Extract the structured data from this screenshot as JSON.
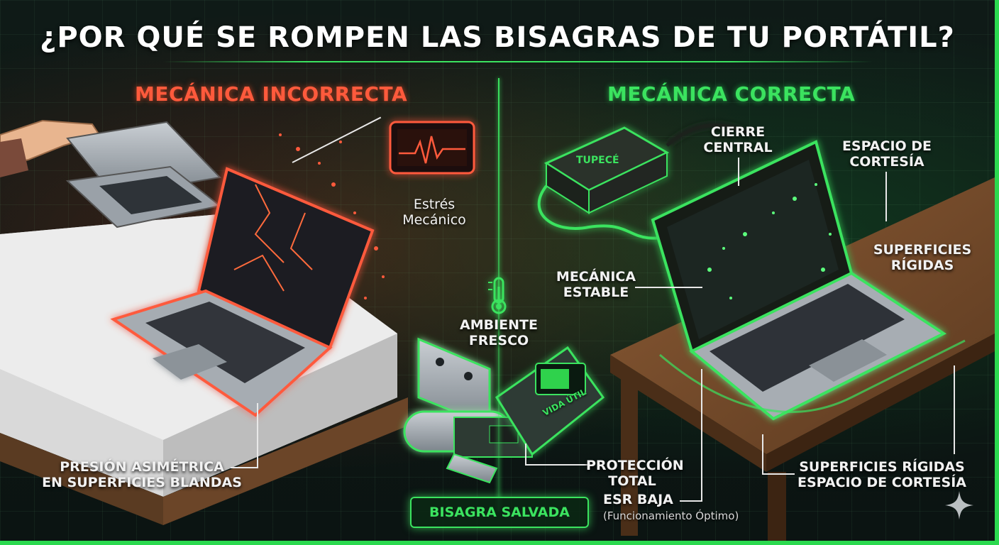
{
  "title": "¿POR QUÉ SE ROMPEN LAS BISAGRAS DE TU PORTÁTIL?",
  "left": {
    "heading": "MECÁNICA INCORRECTA",
    "stress_line1": "Estrés",
    "stress_line2": "Mecánico",
    "pressure_line1": "PRESIÓN ASIMÉTRICA",
    "pressure_line2": "EN SUPERFICIES BLANDAS"
  },
  "center": {
    "ambient_line1": "AMBIENTE",
    "ambient_line2": "FRESCO",
    "life_label": "VIDA ÚTIL",
    "protection_line1": "PROTECCIÓN",
    "protection_line2": "TOTAL",
    "badge": "BISAGRA SALVADA"
  },
  "right": {
    "heading": "MECÁNICA CORRECTA",
    "brand": "TUPECÉ",
    "closure_line1": "CIERRE",
    "closure_line2": "CENTRAL",
    "space_line1": "ESPACIO DE",
    "space_line2": "CORTESÍA",
    "surfaces_line1": "SUPERFICIES",
    "surfaces_line2": "RÍGIDAS",
    "stable_line1": "MECÁNICA",
    "stable_line2": "ESTABLE",
    "esr": "ESR BAJA",
    "esr_note": "(Funcionamiento Óptimo)",
    "bottom_line1": "SUPERFICIES RÍGIDAS",
    "bottom_line2": "ESPACIO DE CORTESÍA"
  },
  "colors": {
    "bad": "#ff5a3c",
    "good": "#3be35f",
    "border": "#2bd94f"
  },
  "icons": [
    "hand-icon",
    "heartbeat-monitor-icon",
    "thermometer-icon",
    "hinge-icon",
    "laptop-icon",
    "charger-icon",
    "sparkle-icon"
  ]
}
